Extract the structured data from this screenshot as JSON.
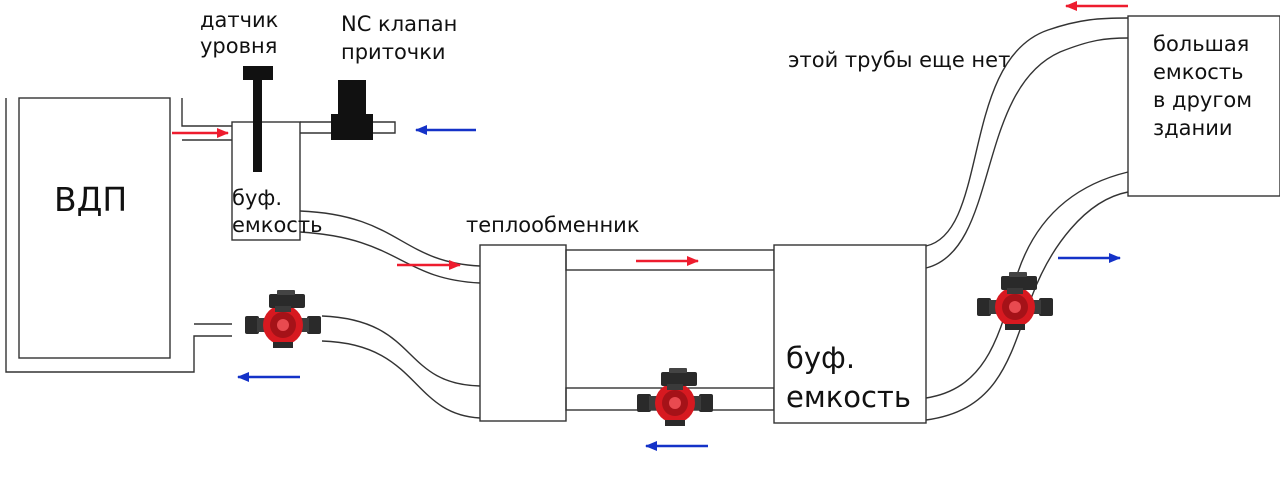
{
  "labels": {
    "vdp": "ВДП",
    "sensor_line1": "датчик",
    "sensor_line2": "уровня",
    "valve_line1": "NC клапан",
    "valve_line2": "приточки",
    "buf_small_line1": "буф.",
    "buf_small_line2": "емкость",
    "heat_exchanger": "теплообменник",
    "buf_large_line1": "буф.",
    "buf_large_line2": "емкость",
    "no_pipe_note": "этой трубы еще нет",
    "big_tank_line1": "большая",
    "big_tank_line2": "емкость",
    "big_tank_line3": "в другом",
    "big_tank_line4": "здании"
  },
  "colors": {
    "hot_flow": "#ee1c2e",
    "cold_flow": "#1432c8",
    "pump_body": "#d71920",
    "pump_dark": "#2a2a2a",
    "outline": "#333333"
  }
}
